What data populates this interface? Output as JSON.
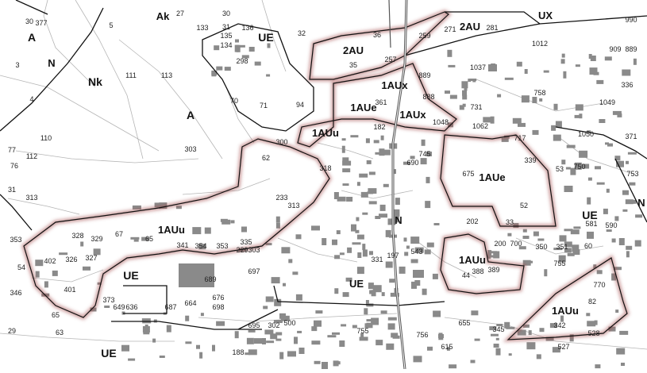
{
  "colors": {
    "background": "#ffffff",
    "zone_border": "#111111",
    "highlight_halo": "#a14848",
    "building": "#8a8a8a",
    "parcel_line": "#b5b5b5",
    "road": "#555555"
  },
  "zones": [
    "A",
    "N",
    "Nk",
    "A",
    "Ak",
    "UE",
    "2AU",
    "2AU",
    "UX",
    "1AUx",
    "1AUe",
    "1AUx",
    "1AUu",
    "1AUe",
    "N",
    "1AUu",
    "UE",
    "1AUu",
    "UE",
    "N",
    "1AUu",
    "UE",
    "UE"
  ],
  "parcels": [
    "30",
    "377",
    "5",
    "27",
    "30",
    "31",
    "133",
    "135",
    "136",
    "32",
    "36",
    "259",
    "271",
    "281",
    "1012",
    "990",
    "909",
    "889",
    "3",
    "111",
    "113",
    "134",
    "298",
    "35",
    "257",
    "889",
    "1037",
    "4",
    "70",
    "71",
    "94",
    "361",
    "888",
    "731",
    "758",
    "1049",
    "336",
    "371",
    "110",
    "303",
    "300",
    "182",
    "1048",
    "1062",
    "717",
    "1050",
    "77",
    "112",
    "62",
    "745",
    "675",
    "53",
    "750",
    "753",
    "76",
    "318",
    "690",
    "339",
    "31",
    "313",
    "233",
    "313",
    "52",
    "33",
    "581",
    "590",
    "353",
    "328",
    "329",
    "67",
    "65",
    "202",
    "200",
    "700",
    "350",
    "351",
    "60",
    "402",
    "326",
    "327",
    "341",
    "354",
    "353",
    "335",
    "229",
    "303",
    "331",
    "197",
    "543",
    "54",
    "401",
    "373",
    "689",
    "697",
    "44",
    "388",
    "389",
    "755",
    "770",
    "346",
    "65",
    "649",
    "636",
    "687",
    "664",
    "676",
    "698",
    "82",
    "342",
    "29",
    "63",
    "695",
    "302",
    "500",
    "755",
    "756",
    "655",
    "345",
    "528",
    "188",
    "615",
    "527"
  ]
}
